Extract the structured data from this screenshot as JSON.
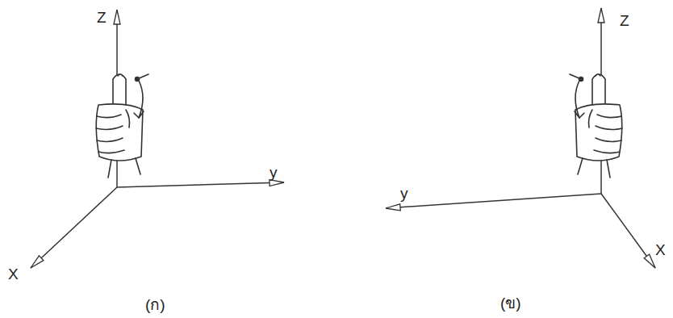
{
  "diagram": {
    "labels": [
      "Z",
      "y",
      "X",
      "(ก)",
      "Z",
      "y",
      "X",
      "(ข)"
    ]
  }
}
